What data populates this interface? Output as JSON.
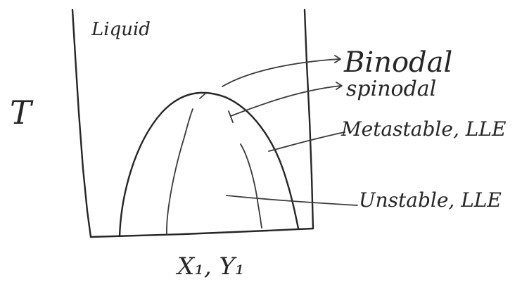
{
  "diagram": {
    "axis_y_label": "T",
    "axis_x_label": "X₁, Y₁",
    "region_liquid_label": "Liquid",
    "binodal_label": "Binodal",
    "spinodal_label": "spinodal",
    "metastable_label": "Metastable, LLE",
    "unstable_label": "Unstable, LLE"
  }
}
